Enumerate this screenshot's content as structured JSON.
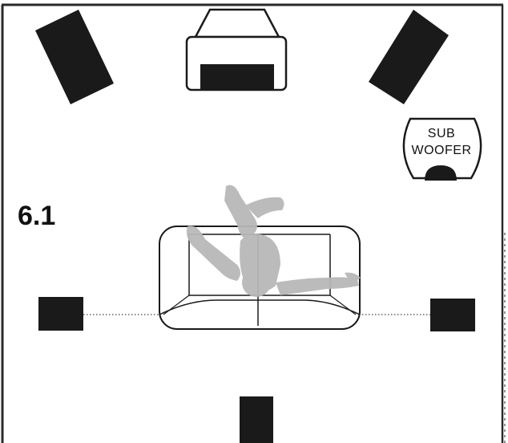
{
  "diagram": {
    "title": "6.1",
    "subwoofer": {
      "line1": "SUB",
      "line2": "WOOFER"
    },
    "colors": {
      "background": "#ffffff",
      "speaker": "#1a1a1a",
      "outline": "#1a1a1a",
      "person": "#b8b8b8",
      "border": "#2a2a2a"
    },
    "icons": {
      "center_speaker": "tv-center-speaker-icon",
      "front_left": "front-left-speaker-icon",
      "front_right": "front-right-speaker-icon",
      "surround_left": "surround-left-speaker-icon",
      "surround_right": "surround-right-speaker-icon",
      "rear_center": "rear-center-speaker-icon",
      "subwoofer": "subwoofer-icon",
      "sofa": "sofa-icon",
      "listener": "listener-icon"
    }
  }
}
